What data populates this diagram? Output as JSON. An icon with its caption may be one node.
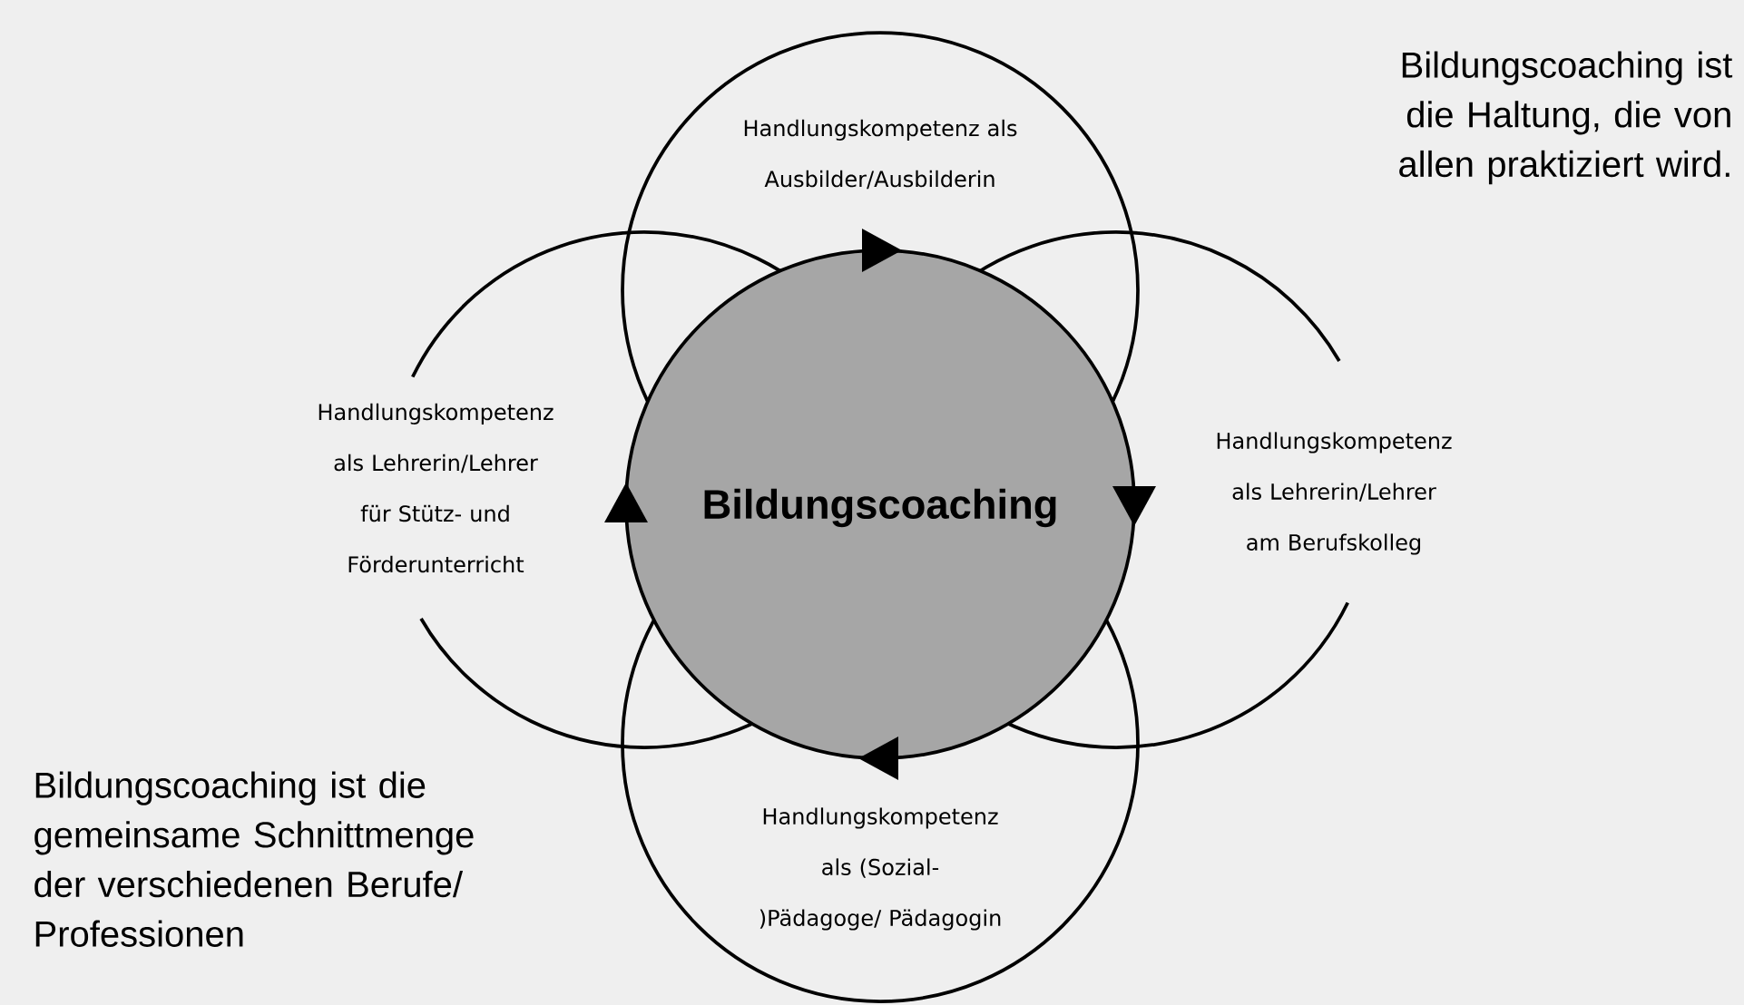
{
  "diagram": {
    "nodes": [
      {
        "text": [
          "Handlungskompetenz als Ausbilder/Ausbilderin"
        ]
      },
      {
        "text": [
          "Handlungskompetenz als Lehrerin/Lehrer für Stütz- und Förderunterricht"
        ]
      },
      {
        "text": [
          "Bildungscoaching"
        ]
      },
      {
        "text": [
          "Handlungskompetenz als Lehrerin/Lehrer am Berufskolleg"
        ]
      },
      {
        "text": [
          "Handlungskompetenz als (Sozial-)Pädagoge/ Pädagogin"
        ]
      }
    ],
    "labels": [
      "Bildungscoaching ist die Haltung, die von allen praktiziert wird.",
      "Bildungscoaching ist die gemeinsame Schnittmenge der verschiedenen Berufe/ Professionen"
    ]
  }
}
